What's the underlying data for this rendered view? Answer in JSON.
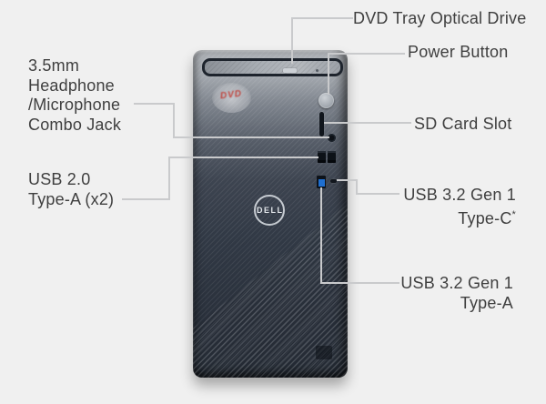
{
  "page": {
    "background": "#f0f0f0"
  },
  "annotation": {
    "line_color": "#c9cacc",
    "text_color": "#3f3f3f",
    "labels": {
      "dvd": "DVD Tray Optical Drive",
      "power": "Power Button",
      "sd": "SD Card Slot",
      "combo_jack": {
        "lines": [
          "3.5mm",
          "Headphone",
          "/Microphone",
          "Combo Jack"
        ]
      },
      "usb2": {
        "lines": [
          "USB 2.0",
          "Type-A (x2)"
        ]
      },
      "usb_c": {
        "line1": "USB 3.2 Gen 1",
        "line2": "Type-C",
        "footnote_marker": "*"
      },
      "usb_a": {
        "line1": "USB 3.2 Gen 1",
        "line2": "Type-A"
      }
    }
  },
  "device": {
    "brand_logo": "DELL",
    "drive_sticker": "DVD",
    "colors": {
      "body_dark": "#2b323d",
      "body_silver": "#a9aeb4",
      "usb_blue": "#1f6fd0",
      "sticker_red": "#c4291f"
    }
  }
}
